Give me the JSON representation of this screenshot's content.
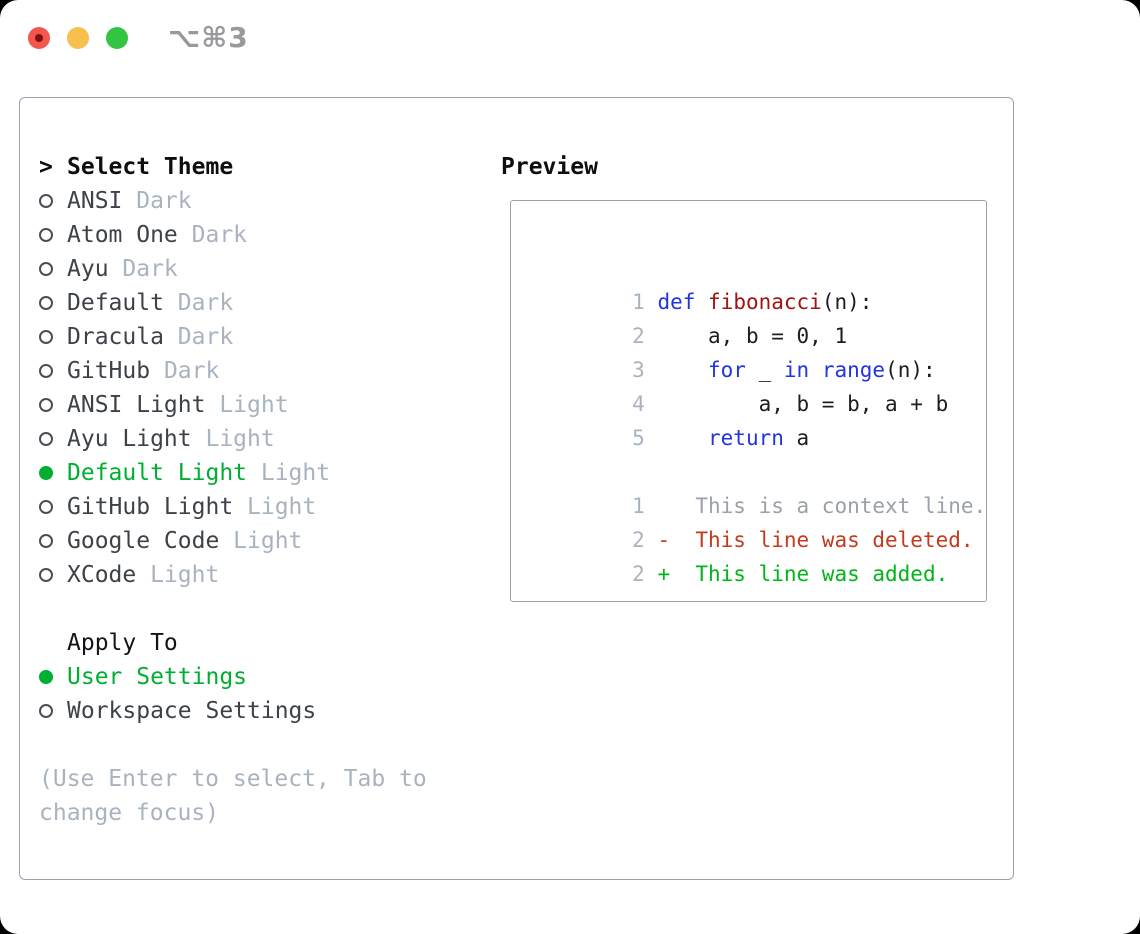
{
  "titlebar": {
    "shortcut": "⌥⌘3"
  },
  "colors": {
    "accent_green": "#00af32",
    "keyword_blue": "#2134e0",
    "function_red": "#a21313",
    "deleted_red": "#c43a1e",
    "added_green": "#00b517",
    "muted_gray": "#a9b3c0",
    "text_dark": "#3d4249",
    "border_gray": "#9aa3ae",
    "traffic_red": "#f2564d",
    "traffic_yellow": "#f7bf4e",
    "traffic_green": "#33c441"
  },
  "theme_section": {
    "cursor": ">",
    "title": "Select Theme",
    "items": [
      {
        "name": "ANSI",
        "variant": "Dark",
        "selected": false
      },
      {
        "name": "Atom One",
        "variant": "Dark",
        "selected": false
      },
      {
        "name": "Ayu",
        "variant": "Dark",
        "selected": false
      },
      {
        "name": "Default",
        "variant": "Dark",
        "selected": false
      },
      {
        "name": "Dracula",
        "variant": "Dark",
        "selected": false
      },
      {
        "name": "GitHub",
        "variant": "Dark",
        "selected": false
      },
      {
        "name": "ANSI Light",
        "variant": "Light",
        "selected": false
      },
      {
        "name": "Ayu Light",
        "variant": "Light",
        "selected": false
      },
      {
        "name": "Default Light",
        "variant": "Light",
        "selected": true
      },
      {
        "name": "GitHub Light",
        "variant": "Light",
        "selected": false
      },
      {
        "name": "Google Code",
        "variant": "Light",
        "selected": false
      },
      {
        "name": "XCode",
        "variant": "Light",
        "selected": false
      }
    ]
  },
  "apply_section": {
    "title": "Apply To",
    "items": [
      {
        "label": "User Settings",
        "selected": true
      },
      {
        "label": "Workspace Settings",
        "selected": false
      }
    ]
  },
  "help_text": "(Use Enter to select, Tab to change focus)",
  "preview": {
    "title": "Preview",
    "code_lines": [
      {
        "num": "1",
        "tokens": [
          {
            "text": "def",
            "type": "keyword"
          },
          {
            "text": " ",
            "type": "plain"
          },
          {
            "text": "fibonacci",
            "type": "function"
          },
          {
            "text": "(n):",
            "type": "plain"
          }
        ]
      },
      {
        "num": "2",
        "tokens": [
          {
            "text": "    a, b = 0, 1",
            "type": "plain"
          }
        ]
      },
      {
        "num": "3",
        "tokens": [
          {
            "text": "    ",
            "type": "plain"
          },
          {
            "text": "for",
            "type": "keyword"
          },
          {
            "text": " _ ",
            "type": "plain"
          },
          {
            "text": "in",
            "type": "keyword"
          },
          {
            "text": " ",
            "type": "plain"
          },
          {
            "text": "range",
            "type": "keyword"
          },
          {
            "text": "(n):",
            "type": "plain"
          }
        ]
      },
      {
        "num": "4",
        "tokens": [
          {
            "text": "        a, b = b, a + b",
            "type": "plain"
          }
        ]
      },
      {
        "num": "5",
        "tokens": [
          {
            "text": "    ",
            "type": "plain"
          },
          {
            "text": "return",
            "type": "keyword"
          },
          {
            "text": " a",
            "type": "plain"
          }
        ]
      }
    ],
    "diff_lines": [
      {
        "num": "1",
        "text": "    This is a context line.",
        "type": "context"
      },
      {
        "num": "2",
        "text": " -  This line was deleted.",
        "type": "deleted"
      },
      {
        "num": "2",
        "text": " +  This line was added.",
        "type": "added"
      }
    ]
  }
}
